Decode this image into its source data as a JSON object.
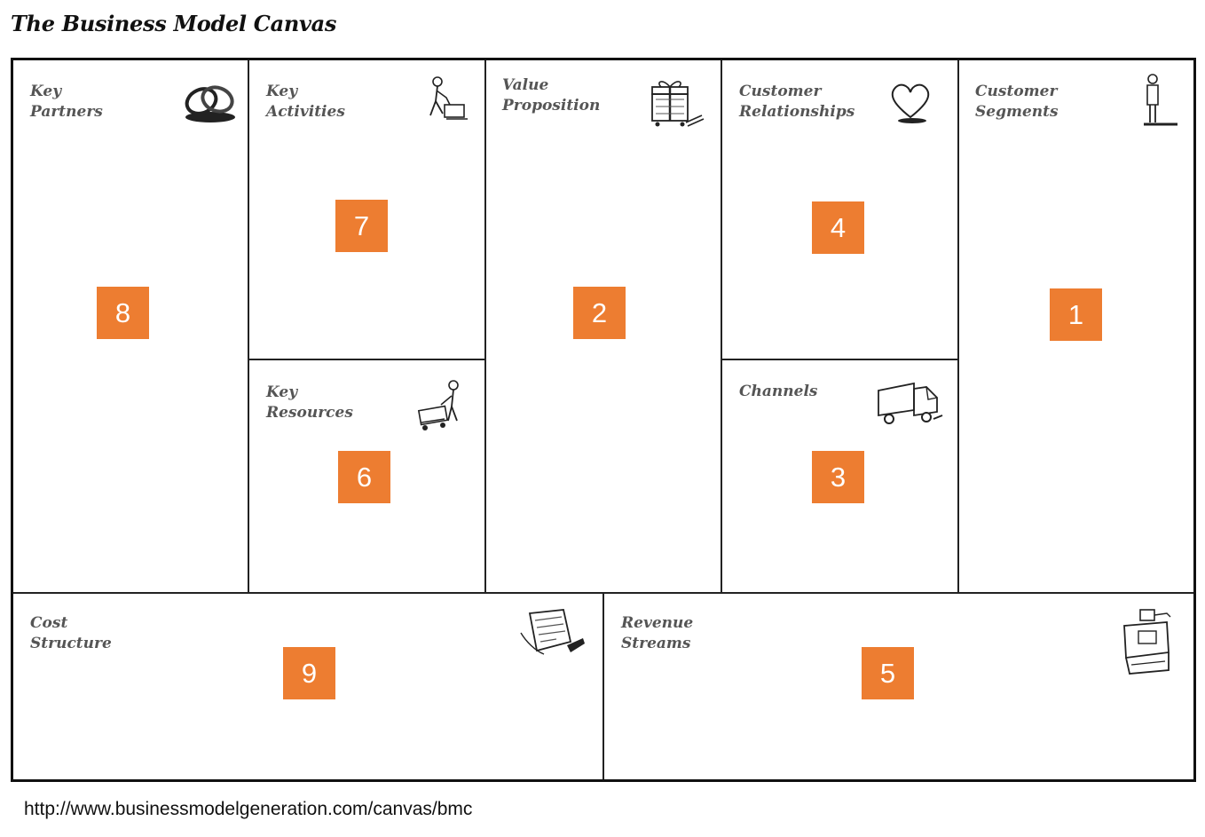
{
  "title": "The Business Model Canvas",
  "source_url": "http://www.businessmodelgeneration.com/canvas/bmc",
  "accent_color": "#ED7D31",
  "blocks": {
    "key_partners": {
      "line1": "Key",
      "line2": "Partners",
      "number": "8",
      "icon": "chain-links-icon"
    },
    "key_activities": {
      "line1": "Key",
      "line2": "Activities",
      "number": "7",
      "icon": "worker-icon"
    },
    "key_resources": {
      "line1": "Key",
      "line2": "Resources",
      "number": "6",
      "icon": "worker-with-cart-icon"
    },
    "value_proposition": {
      "line1": "Value",
      "line2": "Proposition",
      "number": "2",
      "icon": "gift-box-icon"
    },
    "customer_relationships": {
      "line1": "Customer",
      "line2": "Relationships",
      "number": "4",
      "icon": "heart-icon"
    },
    "channels": {
      "line1": "Channels",
      "number": "3",
      "icon": "delivery-truck-icon"
    },
    "customer_segments": {
      "line1": "Customer",
      "line2": "Segments",
      "number": "1",
      "icon": "person-icon"
    },
    "cost_structure": {
      "line1": "Cost",
      "line2": "Structure",
      "number": "9",
      "icon": "price-tag-icon"
    },
    "revenue_streams": {
      "line1": "Revenue",
      "line2": "Streams",
      "number": "5",
      "icon": "cash-register-icon"
    }
  }
}
